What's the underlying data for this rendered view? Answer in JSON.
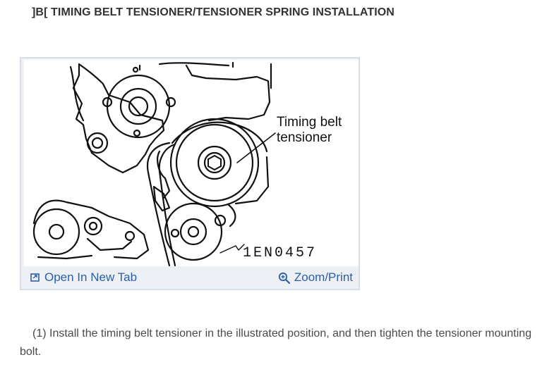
{
  "section": {
    "title": "]B[ TIMING BELT TENSIONER/TENSIONER SPRING INSTALLATION"
  },
  "figure": {
    "callout_line1": "Timing belt",
    "callout_line2": "tensioner",
    "figure_code": "1EN0457",
    "open_tab_label": "Open In New Tab",
    "zoom_print_label": "Zoom/Print",
    "open_tab_icon": "open-in-new-tab-icon",
    "zoom_icon": "magnifier-plus-icon",
    "link_color": "#2a5fa8"
  },
  "instructions": {
    "step1": "(1) Install the timing belt tensioner in the illustrated position, and then tighten the tensioner mounting bolt."
  }
}
